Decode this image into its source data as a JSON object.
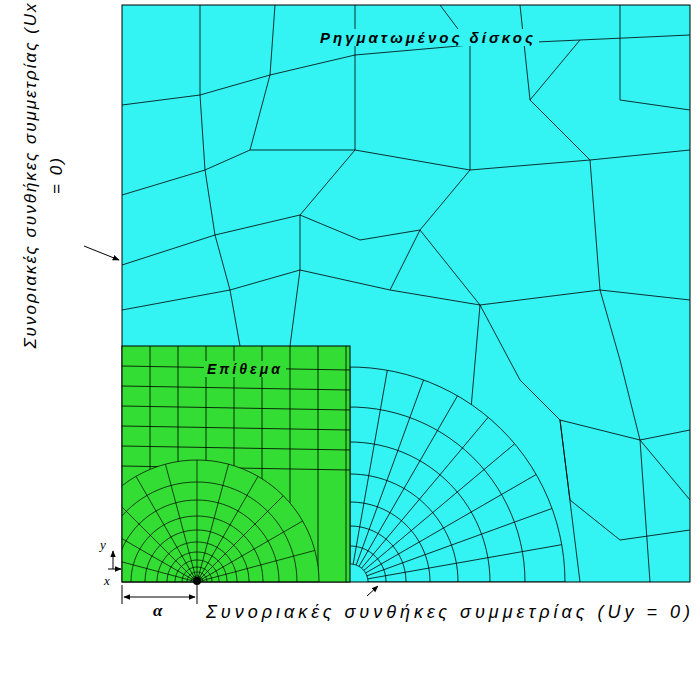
{
  "diagram": {
    "nodes": [
      {
        "text": [
          "Ρηγματωμένος δίσκος"
        ]
      },
      {
        "text": [
          "Επίθεμα"
        ],
        "in": 0
      }
    ],
    "labels": [
      "Συνοριακές συνθήκες συμμετρίας (Ux = 0)",
      "y",
      "x",
      "α",
      "Συνοριακές συνθήκες συμμετρίας (Uy = 0)"
    ]
  }
}
